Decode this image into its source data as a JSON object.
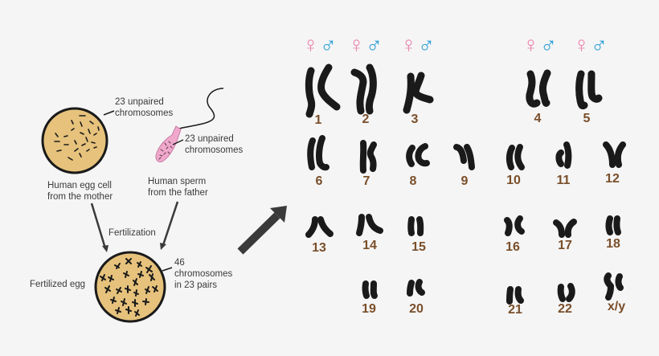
{
  "left": {
    "egg_cell": {
      "callout": "23 unpaired\nchromosomes",
      "caption": "Human egg cell\nfrom the mother",
      "fill": "#e6c27c"
    },
    "sperm": {
      "callout": "23 unpaired\nchromosomes",
      "caption": "Human sperm\nfrom the father",
      "fill": "#f0a8cc"
    },
    "process_label": "Fertilization",
    "fertilized_egg": {
      "label": "Fertilized egg",
      "callout": "46\nchromosomes\nin 23 pairs",
      "fill": "#e6c27c"
    }
  },
  "colors": {
    "background": "#f5f5f5",
    "chromosome": "#1a1a1a",
    "number": "#7a4f2a",
    "female_symbol": "#ec85ad",
    "male_symbol": "#2a9ed8",
    "arrow": "#3a3a3a"
  },
  "symbols": {
    "female": "♀",
    "male": "♂"
  },
  "karyotype": {
    "pairs": [
      {
        "label": "1"
      },
      {
        "label": "2"
      },
      {
        "label": "3"
      },
      {
        "label": "4"
      },
      {
        "label": "5"
      },
      {
        "label": "6"
      },
      {
        "label": "7"
      },
      {
        "label": "8"
      },
      {
        "label": "9"
      },
      {
        "label": "10"
      },
      {
        "label": "11"
      },
      {
        "label": "12"
      },
      {
        "label": "13"
      },
      {
        "label": "14"
      },
      {
        "label": "15"
      },
      {
        "label": "16"
      },
      {
        "label": "17"
      },
      {
        "label": "18"
      },
      {
        "label": "19"
      },
      {
        "label": "20"
      },
      {
        "label": "21"
      },
      {
        "label": "22"
      },
      {
        "label": "x/y"
      }
    ]
  }
}
